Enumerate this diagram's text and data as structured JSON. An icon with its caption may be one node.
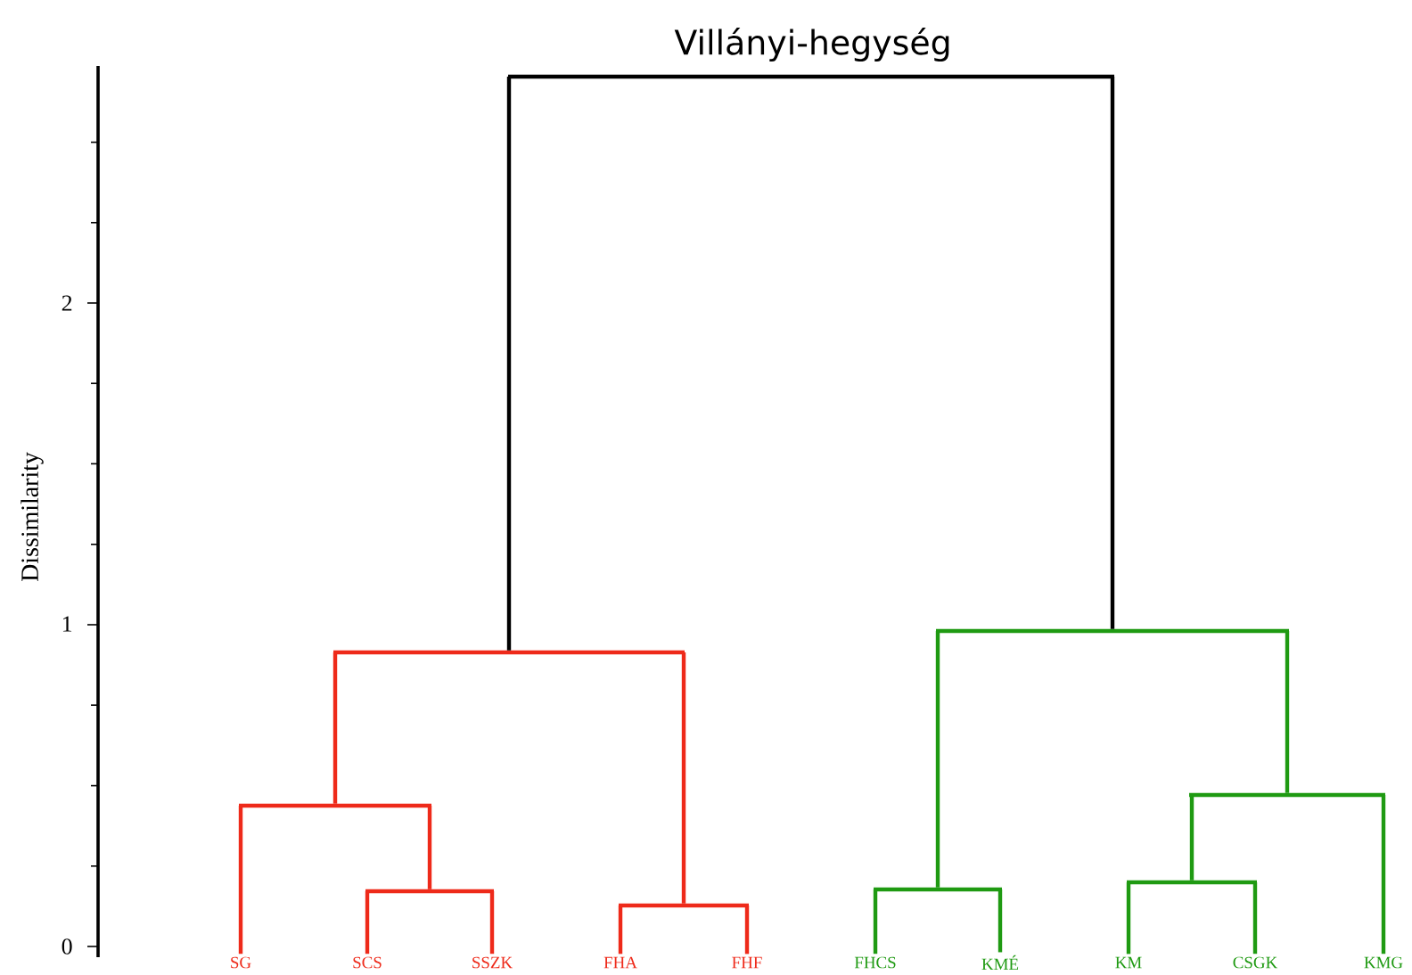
{
  "diagram": {
    "title": "Villányi-hegység",
    "nodes": [
      {
        "text": [
          "SG"
        ]
      },
      {
        "text": [
          "SCS"
        ]
      },
      {
        "text": [
          "SSZK"
        ]
      },
      {
        "text": [
          "FHA"
        ]
      },
      {
        "text": [
          "FHF"
        ]
      },
      {
        "text": [
          "FHCS"
        ]
      },
      {
        "text": [
          "KMÉ"
        ]
      },
      {
        "text": [
          "KM"
        ]
      },
      {
        "text": [
          "CSGK"
        ]
      },
      {
        "text": [
          "KMG"
        ]
      },
      {
        "text": [],
        "shape": "bar"
      },
      {
        "text": [],
        "shape": "bar"
      },
      {
        "text": [],
        "shape": "bar"
      },
      {
        "text": [],
        "shape": "bar"
      },
      {
        "text": [],
        "shape": "bar"
      },
      {
        "text": [],
        "shape": "bar"
      },
      {
        "text": [],
        "shape": "bar"
      },
      {
        "text": [],
        "shape": "bar"
      },
      {
        "text": [],
        "shape": "bar"
      }
    ],
    "edges": [
      {
        "from": 18,
        "to": 13,
        "arrow": "none",
        "color": "#000000"
      },
      {
        "from": 18,
        "to": 17,
        "arrow": "none",
        "color": "#000000"
      },
      {
        "from": 13,
        "to": 11,
        "arrow": "none",
        "color": "#ee2a1a"
      },
      {
        "from": 13,
        "to": 12,
        "arrow": "none",
        "color": "#ee2a1a"
      },
      {
        "from": 11,
        "to": 0,
        "arrow": "none",
        "color": "#ee2a1a"
      },
      {
        "from": 11,
        "to": 10,
        "arrow": "none",
        "color": "#ee2a1a"
      },
      {
        "from": 10,
        "to": 1,
        "arrow": "none",
        "color": "#ee2a1a"
      },
      {
        "from": 10,
        "to": 2,
        "arrow": "none",
        "color": "#ee2a1a"
      },
      {
        "from": 12,
        "to": 3,
        "arrow": "none",
        "color": "#ee2a1a"
      },
      {
        "from": 12,
        "to": 4,
        "arrow": "none",
        "color": "#ee2a1a"
      },
      {
        "from": 17,
        "to": 14,
        "arrow": "none",
        "color": "#1f9a12"
      },
      {
        "from": 17,
        "to": 16,
        "arrow": "none",
        "color": "#1f9a12"
      },
      {
        "from": 14,
        "to": 5,
        "arrow": "none",
        "color": "#1f9a12"
      },
      {
        "from": 14,
        "to": 6,
        "arrow": "none",
        "color": "#1f9a12"
      },
      {
        "from": 16,
        "to": 15,
        "arrow": "none",
        "color": "#1f9a12"
      },
      {
        "from": 16,
        "to": 9,
        "arrow": "none",
        "color": "#1f9a12"
      },
      {
        "from": 15,
        "to": 7,
        "arrow": "none",
        "color": "#1f9a12"
      },
      {
        "from": 15,
        "to": 8,
        "arrow": "none",
        "color": "#1f9a12"
      }
    ],
    "labels": [
      "2",
      "Dissimilarity",
      "1",
      "0"
    ]
  }
}
